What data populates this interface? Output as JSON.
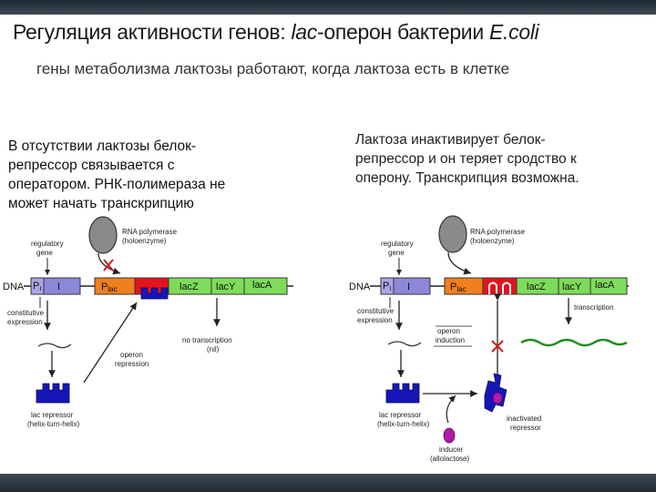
{
  "slide": {
    "title_prefix": "Регуляция активности генов: ",
    "title_italic_lac": "lac",
    "title_middle": "-оперон бактерии ",
    "title_italic_ecoli": "E.coli",
    "subtitle": "гены метаболизма лактозы работают, когда лактоза есть в клетке",
    "caption_left": "В отсутствии лактозы белок-\nрепрессор связывается с\nоператором. РНК-полимераза не\nможет начать транскрипцию",
    "caption_right": "Лактоза инактивирует белок-\nрепрессор и он теряет сродство к\nоперону. Транскрипция возможна."
  },
  "left_panel": {
    "rna_pol_1": "RNA polymerase",
    "rna_pol_2": "(holoenzyme)",
    "regulatory_1": "regulatory",
    "regulatory_2": "gene",
    "dna": "DNA",
    "pi": "P",
    "pi_sub": "I",
    "i_gene": "I",
    "plac": "P",
    "plac_sub": "lac",
    "lacz": "lacZ",
    "lacy": "lacY",
    "laca": "lacA",
    "constitutive_1": "constitutive",
    "constitutive_2": "expression",
    "no_tx_1": "no transcription",
    "no_tx_2": "(nil)",
    "operon_rep_1": "operon",
    "operon_rep_2": "repression",
    "repressor_1": "lac repressor",
    "repressor_2": "(helix-turn-helix)"
  },
  "right_panel": {
    "rna_pol_1": "RNA polymerase",
    "rna_pol_2": "(holoenzyme)",
    "regulatory_1": "regulatory",
    "regulatory_2": "gene",
    "dna": "DNA",
    "pi": "P",
    "pi_sub": "I",
    "i_gene": "I",
    "plac": "P",
    "plac_sub": "lac",
    "lacz": "lacZ",
    "lacy": "lacY",
    "laca": "lacA",
    "constitutive_1": "constitutive",
    "constitutive_2": "expression",
    "transcription": "transcription",
    "induction_1": "operon",
    "induction_2": "induction",
    "repressor_1": "lac repressor",
    "repressor_2": "(helix-turn-helix)",
    "inactivated_1": "inactivated",
    "inactivated_2": "repressor",
    "inducer_1": "inducer",
    "inducer_2": "(allolactose)"
  },
  "colors": {
    "p_box": "#a9a6e6",
    "i_box": "#8c87d8",
    "plac_box": "#f07f1e",
    "operator_box": "#e3141e",
    "gene_box": "#7edc5a",
    "repressor": "#1616b8",
    "inducer": "#b21aa8",
    "mrna": "#1e8c1e",
    "polymerase": "#8a8a8a"
  }
}
